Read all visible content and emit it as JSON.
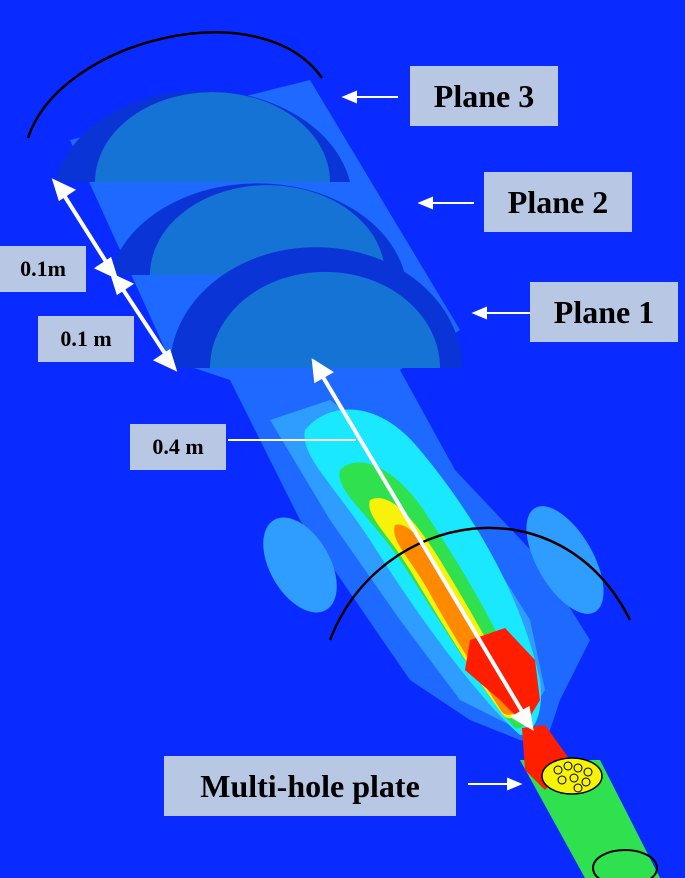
{
  "labels": {
    "plane3": "Plane 3",
    "plane2": "Plane 2",
    "plane1": "Plane 1",
    "dist_a": "0.1m",
    "dist_b": "0.1 m",
    "dist_c": "0.4 m",
    "plate": "Multi-hole plate"
  },
  "colors": {
    "background": "#0a2bff",
    "label_box": "#b8c7e4",
    "plane_ring": "#0a34d6",
    "plane_face": "#1673d6",
    "jet_outer": "#2f9cff",
    "jet_cyan": "#19e8ff",
    "jet_green": "#2fe04f",
    "jet_yellow": "#f6f20a",
    "jet_orange": "#ff8a00",
    "jet_red": "#ff1e00",
    "arrow": "#ffffff"
  }
}
